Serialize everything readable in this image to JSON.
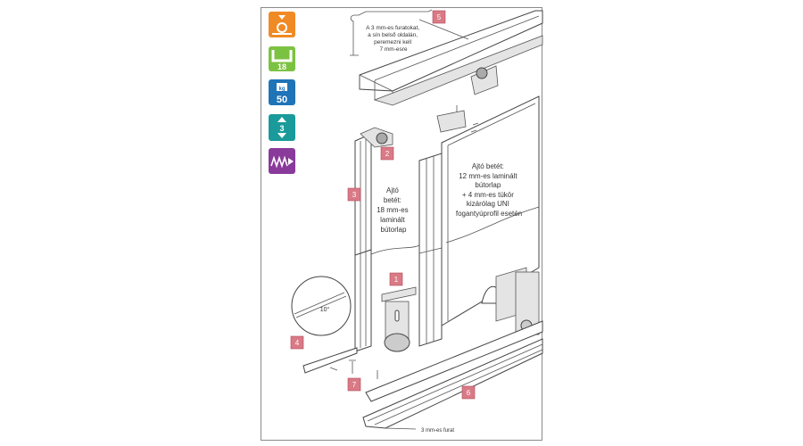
{
  "icons": [
    {
      "name": "mounting-icon",
      "color": "#f08a24"
    },
    {
      "name": "panel-thickness-icon",
      "color": "#7cc242",
      "value": "18"
    },
    {
      "name": "weight-icon",
      "color": "#1f73b7",
      "unit": "kg",
      "value": "50"
    },
    {
      "name": "adjust-height-icon",
      "color": "#1a9a9a",
      "value": "3"
    },
    {
      "name": "soft-close-icon",
      "color": "#8a3a9a"
    }
  ],
  "labels": [
    "1",
    "2",
    "3",
    "4",
    "5",
    "6",
    "7"
  ],
  "notes": {
    "top": [
      "A 3 mm-es furatokat,",
      "a sín belső oldalán,",
      "peremezni kell",
      "7 mm-esre"
    ],
    "left_insert": [
      "Ajtó",
      "betét:",
      "18 mm-es",
      "laminált",
      "bútorlap"
    ],
    "right_insert": [
      "Ajtó betét:",
      "12 mm-es laminált",
      "bútorlap",
      "+ 4 mm-es tükör",
      "kizárólag UNI",
      "fogantyúprofil esetén"
    ],
    "angle": "10°",
    "hole": "3 mm-es furat"
  },
  "label_color": "#d97a86"
}
